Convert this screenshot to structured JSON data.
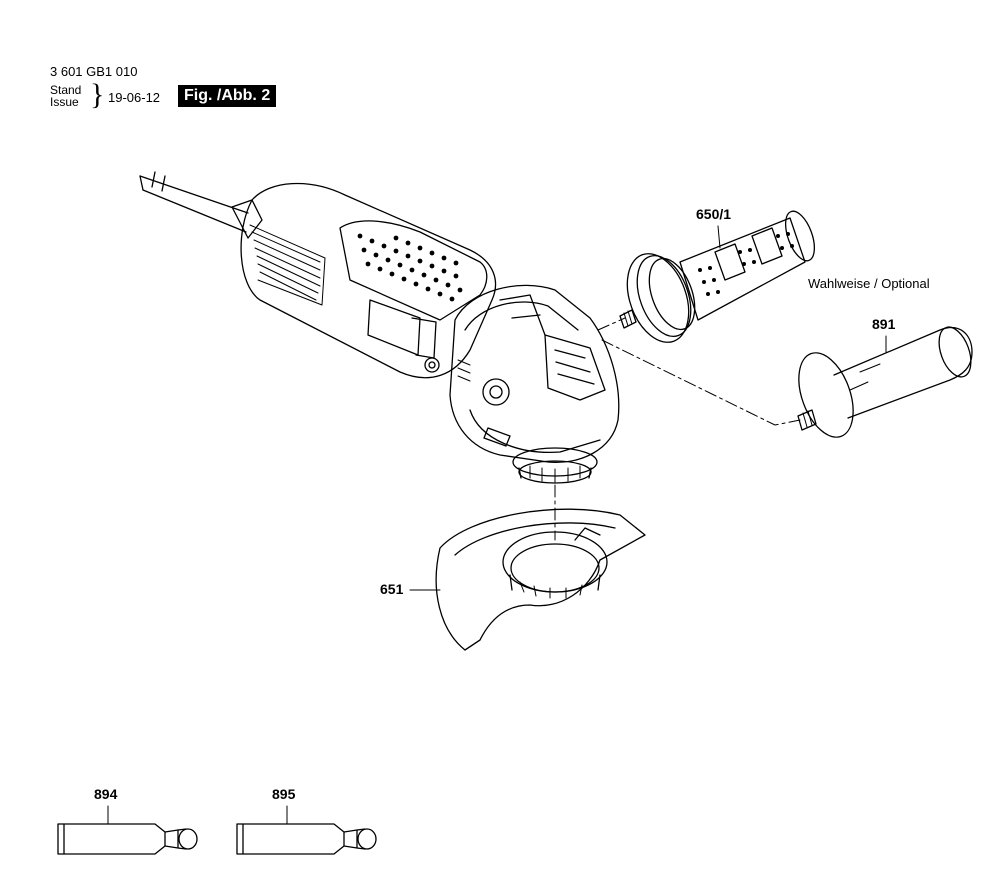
{
  "header": {
    "part_number": "3 601 GB1 010",
    "stand_label": "Stand",
    "issue_label": "Issue",
    "date": "19-06-12",
    "figure_label": "Fig. /Abb. 2"
  },
  "callouts": {
    "handle_a": "650/1",
    "handle_b": "891",
    "guard": "651",
    "tube_a": "894",
    "tube_b": "895"
  },
  "optional_note": "Wahlweise / Optional"
}
